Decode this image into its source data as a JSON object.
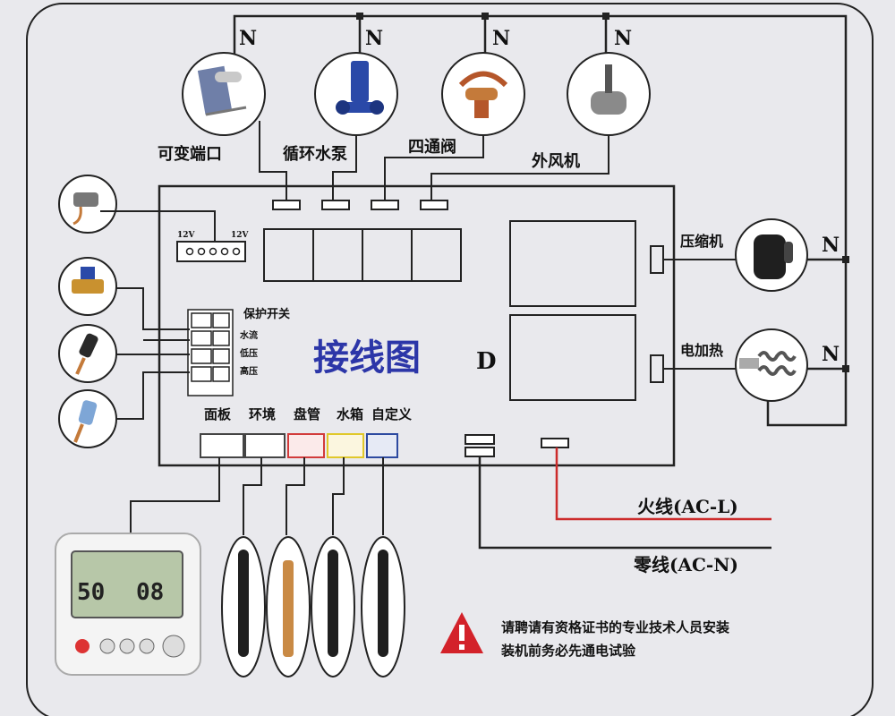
{
  "title": "接线图",
  "title_suffix": "D",
  "neutral_label": "N",
  "top_devices": [
    {
      "label": "可变端口",
      "icon": "solar-water-heater-icon"
    },
    {
      "label": "循环水泵",
      "icon": "circulation-pump-icon"
    },
    {
      "label": "四通阀",
      "icon": "four-way-valve-icon"
    },
    {
      "label": "外风机",
      "icon": "outdoor-fan-motor-icon"
    }
  ],
  "right_devices": [
    {
      "label": "压缩机",
      "icon": "compressor-icon"
    },
    {
      "label": "电加热",
      "icon": "electric-heater-icon"
    }
  ],
  "terminal_12v": {
    "left": "12V",
    "right": "12V"
  },
  "protection_label": "保护开关",
  "protection_sublabels": [
    "水流",
    "低压",
    "高压"
  ],
  "sensor_ports": [
    "面板",
    "环境",
    "盘管",
    "水箱",
    "自定义"
  ],
  "live_wire": "火线(AC-L)",
  "neutral_wire": "零线(AC-N)",
  "controller_display": {
    "left_value": "50",
    "right_value": "08"
  },
  "warning": {
    "line1": "请聘请有资格证书的专业技术人员安装",
    "line2": "装机前务必先通电试验"
  },
  "colors": {
    "live_wire": "#cc2b2b",
    "port_red": "#d23b3b",
    "port_yellow": "#e0c82a",
    "port_blue": "#2d4aa0",
    "title": "#2c36a8",
    "warning": "#d3222a"
  }
}
